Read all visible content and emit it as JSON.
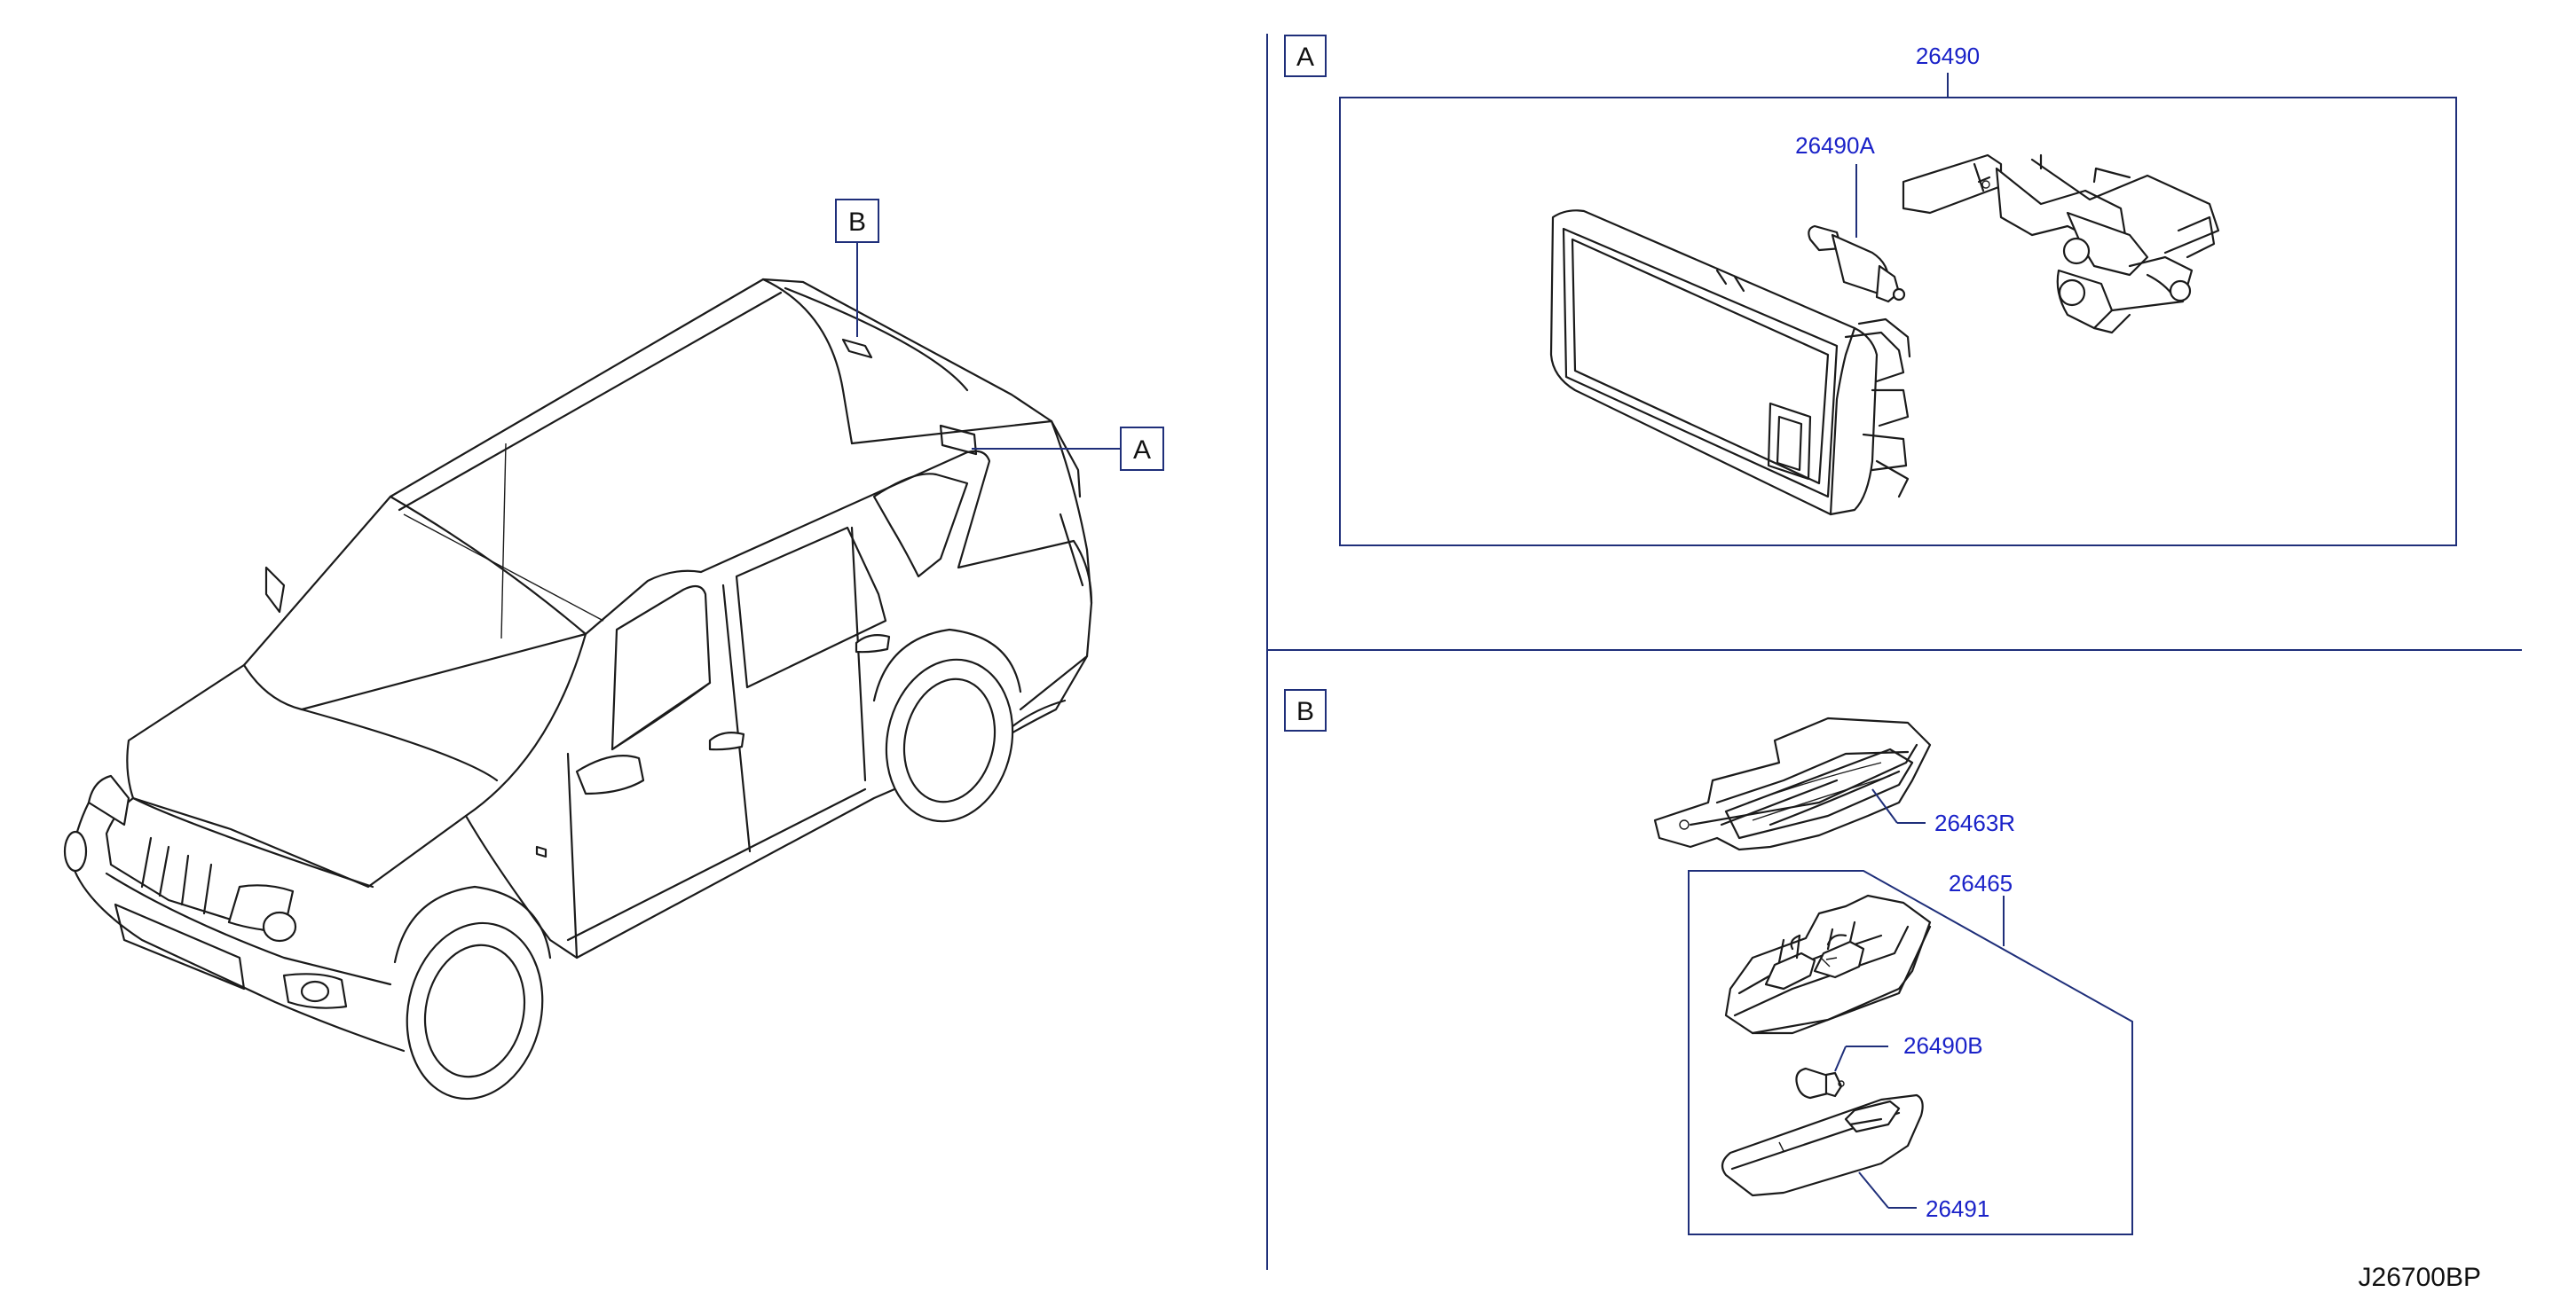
{
  "callouts": {
    "ref_a": "A",
    "ref_b": "B"
  },
  "section_a": {
    "title": "A",
    "parts": {
      "assembly": "26490",
      "bulb": "26490A"
    }
  },
  "section_b": {
    "title": "B",
    "parts": {
      "bracket": "26463R",
      "assembly": "26465",
      "bulb": "26490B",
      "lens": "26491"
    }
  },
  "drawing_code": "J26700BP",
  "colors": {
    "part_number_text": "#1a22c8",
    "leader_lines": "#1f2f7a",
    "line_art": "#1b1b1b"
  }
}
